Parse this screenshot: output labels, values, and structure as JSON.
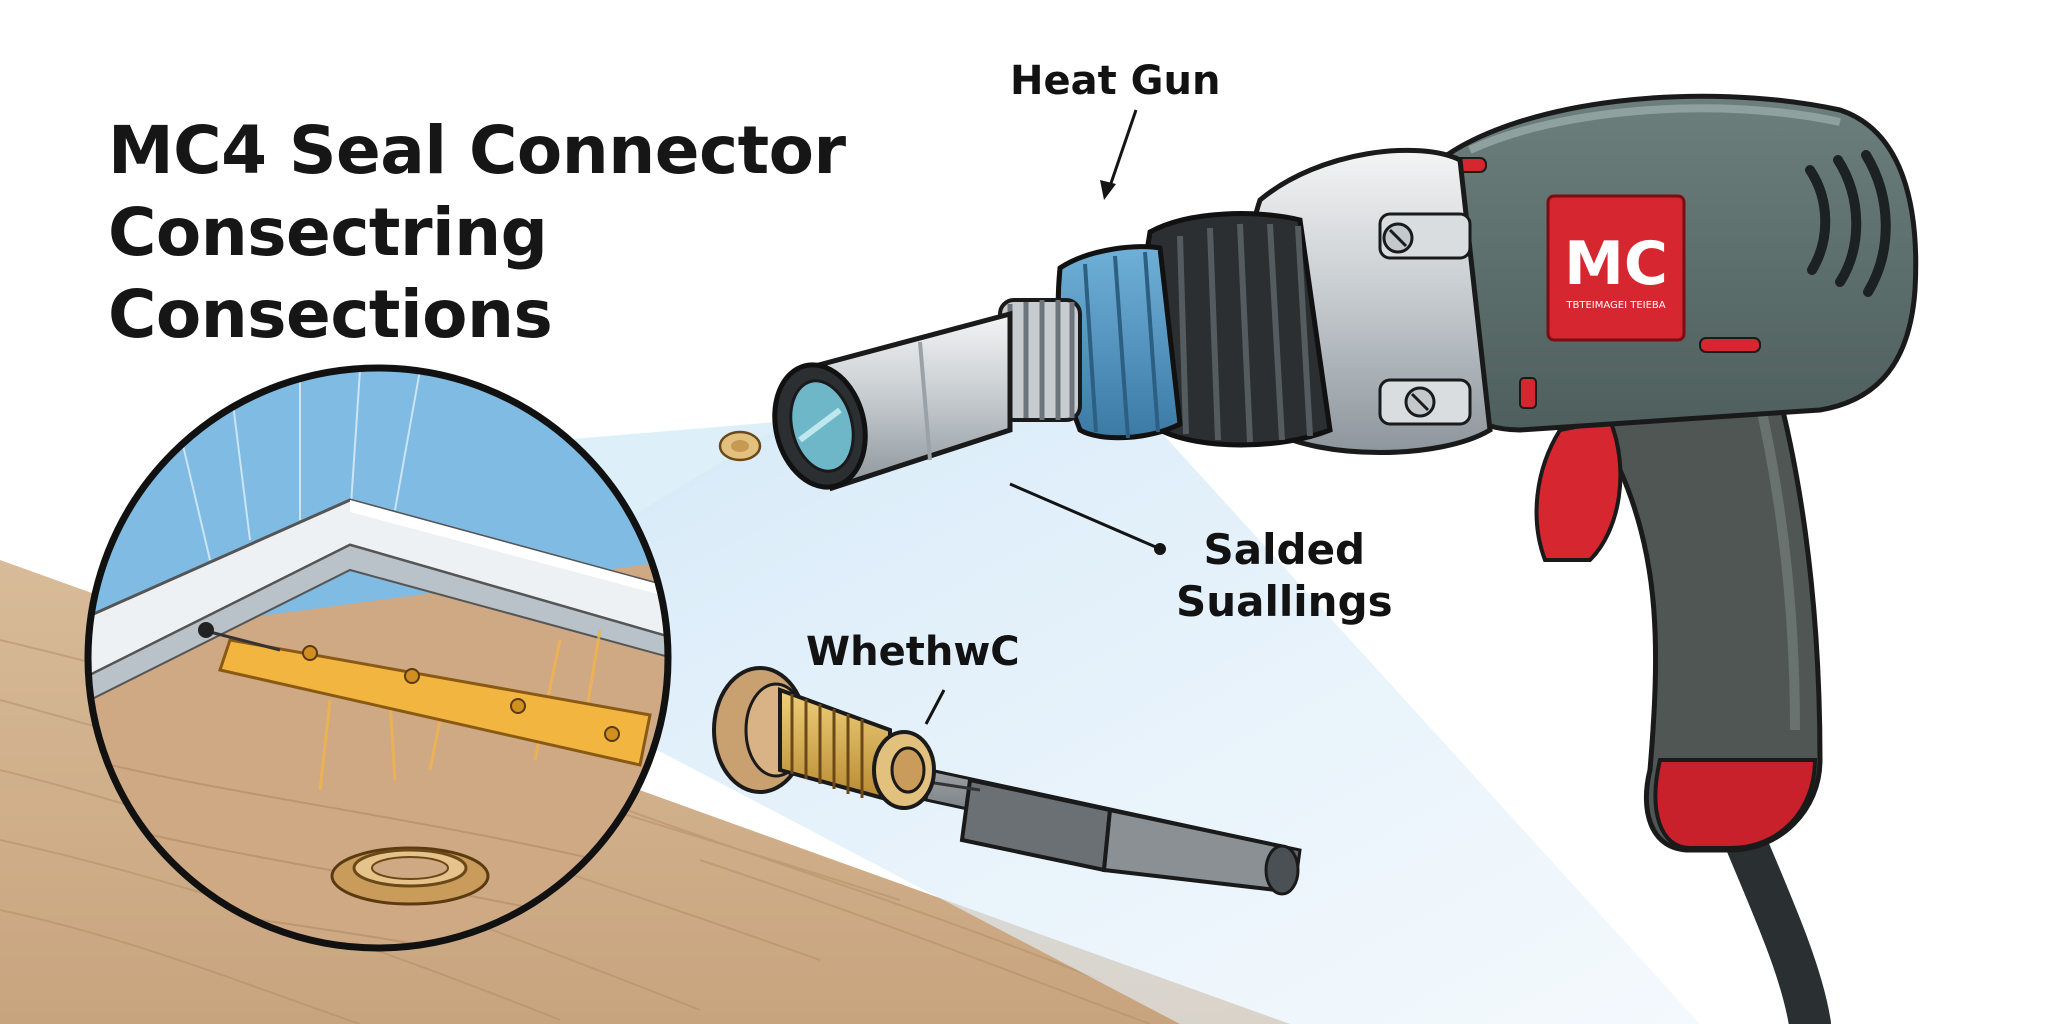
{
  "title": {
    "lines": [
      "MC4 Seal Connector",
      "Consectring",
      "Consections"
    ]
  },
  "labels": {
    "heat_gun": "Heat Gun",
    "salded_lines": [
      "Salded",
      "Suallings"
    ],
    "whethwc": "WhethwC"
  },
  "heat_gun_badge": {
    "logo": "MC",
    "subtext": "TBTEIMAGEI TEIEBA"
  },
  "colors": {
    "gun_body": "#556866",
    "gun_grip": "#4f5654",
    "accent_red": "#d6262f",
    "nozzle_blue": "#4a8ab4",
    "wood": "#d1b08c",
    "glass_blue": "#8ec3e6",
    "brass": "#d4a44a",
    "ink": "#141414"
  },
  "icons": [
    "heat-gun-icon",
    "mc4-connector-icon",
    "magnifier-inset-icon"
  ]
}
